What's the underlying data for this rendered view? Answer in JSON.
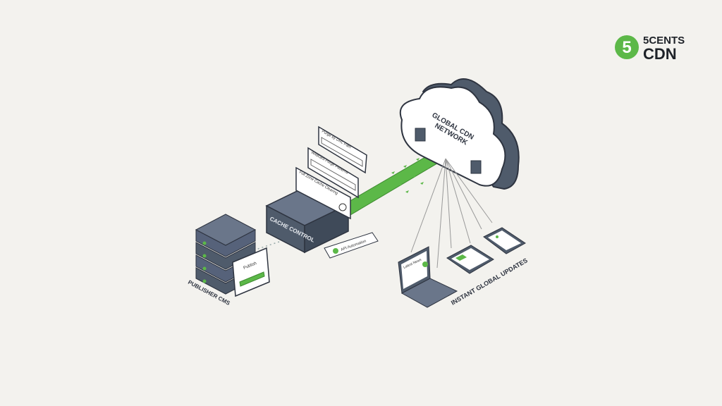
{
  "logo": {
    "number": "5",
    "line1": "5CENTS",
    "line2": "CDN",
    "color": "#5cb848"
  },
  "publisher": {
    "label": "PUBLISHER CMS",
    "card_title": "Publish"
  },
  "cache_control": {
    "label": "CACHE CONTROL",
    "panels": [
      "Purge by URL Path",
      "Wildcard Purge Patterns",
      "Full Zone Cache Clearing"
    ],
    "api_badge": "API Automation"
  },
  "cloud": {
    "label_line1": "GLOBAL CDN",
    "label_line2": "NETWORK"
  },
  "devices": {
    "laptop_title": "Latest News",
    "caption": "INSTANT GLOBAL UPDATES"
  },
  "colors": {
    "accent": "#5cb848",
    "dark": "#4f5b6b",
    "background": "#f3f2ee"
  }
}
